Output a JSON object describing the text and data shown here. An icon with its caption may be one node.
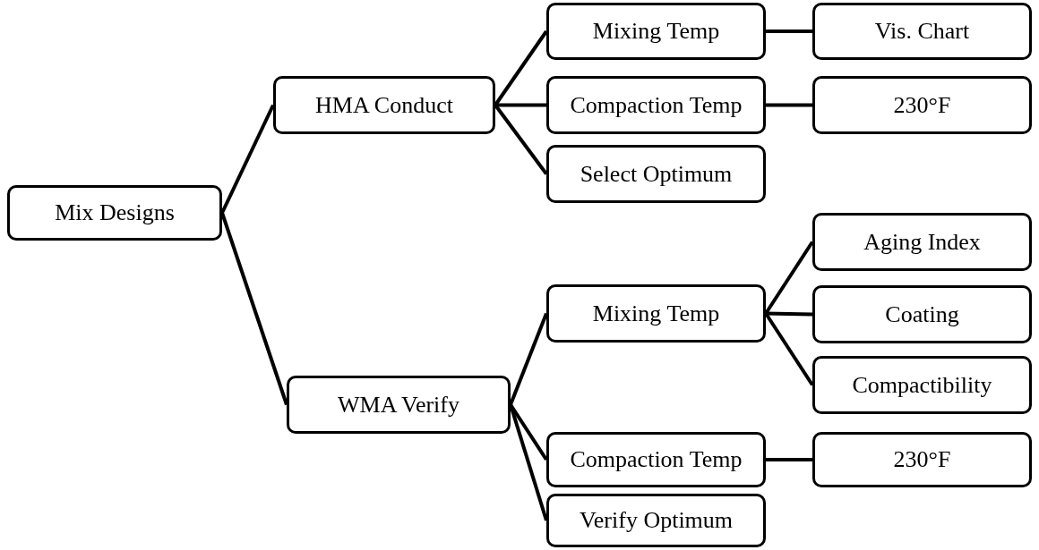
{
  "diagram": {
    "nodes": [
      {
        "text": [
          "Mix Designs"
        ]
      },
      {
        "text": [
          "HMA Conduct"
        ]
      },
      {
        "text": [
          "Mixing Temp"
        ]
      },
      {
        "text": [
          "Vis. Chart"
        ]
      },
      {
        "text": [
          "Compaction Temp"
        ]
      },
      {
        "text": [
          "230°F"
        ]
      },
      {
        "text": [
          "Select Optimum"
        ]
      },
      {
        "text": [
          "WMA Verify"
        ]
      },
      {
        "text": [
          "Mixing Temp"
        ]
      },
      {
        "text": [
          "Aging Index"
        ]
      },
      {
        "text": [
          "Coating"
        ]
      },
      {
        "text": [
          "Compactibility"
        ]
      },
      {
        "text": [
          "Compaction Temp"
        ]
      },
      {
        "text": [
          "230°F"
        ]
      },
      {
        "text": [
          "Verify Optimum"
        ]
      }
    ],
    "edges": [
      {
        "from": 0,
        "to": 1,
        "arrow": "none"
      },
      {
        "from": 0,
        "to": 7,
        "arrow": "none"
      },
      {
        "from": 1,
        "to": 2,
        "arrow": "none"
      },
      {
        "from": 1,
        "to": 4,
        "arrow": "none"
      },
      {
        "from": 1,
        "to": 6,
        "arrow": "none"
      },
      {
        "from": 2,
        "to": 3,
        "arrow": "none"
      },
      {
        "from": 4,
        "to": 5,
        "arrow": "none"
      },
      {
        "from": 7,
        "to": 8,
        "arrow": "none"
      },
      {
        "from": 7,
        "to": 12,
        "arrow": "none"
      },
      {
        "from": 7,
        "to": 14,
        "arrow": "none"
      },
      {
        "from": 8,
        "to": 9,
        "arrow": "none"
      },
      {
        "from": 8,
        "to": 10,
        "arrow": "none"
      },
      {
        "from": 8,
        "to": 11,
        "arrow": "none"
      },
      {
        "from": 12,
        "to": 13,
        "arrow": "none"
      }
    ]
  }
}
